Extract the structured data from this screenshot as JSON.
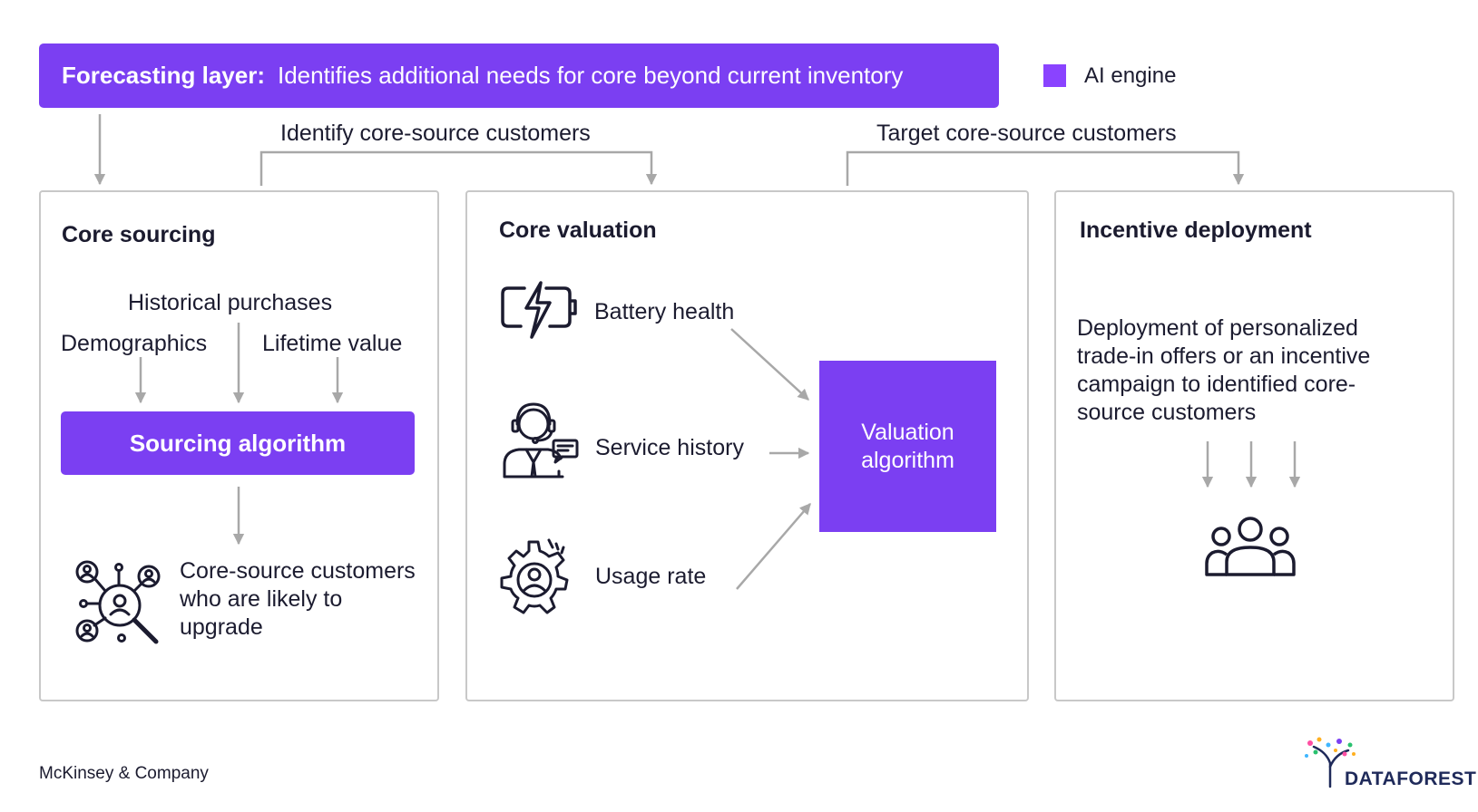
{
  "banner": {
    "label": "Forecasting layer:",
    "text": "Identifies additional needs for core beyond current inventory"
  },
  "legend": {
    "label": "AI engine",
    "color": "#8a43ff"
  },
  "connectors": {
    "identify": "Identify core-source customers",
    "target": "Target core-source customers"
  },
  "core_sourcing": {
    "title": "Core sourcing",
    "inputs": {
      "historical": "Historical purchases",
      "demographics": "Demographics",
      "lifetime": "Lifetime value"
    },
    "algorithm": "Sourcing algorithm",
    "output": "Core-source customers who are likely to upgrade",
    "output_icon": "customer-search-icon"
  },
  "core_valuation": {
    "title": "Core valuation",
    "inputs": [
      {
        "label": "Battery health",
        "icon": "battery-charge-icon"
      },
      {
        "label": "Service history",
        "icon": "support-agent-icon"
      },
      {
        "label": "Usage rate",
        "icon": "gear-user-icon"
      }
    ],
    "algorithm": "Valuation algorithm"
  },
  "incentive": {
    "title": "Incentive deployment",
    "text": "Deployment of personalized trade-in offers or an incentive campaign to identified core-source customers",
    "icon": "group-users-icon"
  },
  "footer": {
    "source": "McKinsey & Company",
    "brand": "DATAFOREST"
  },
  "colors": {
    "accent": "#7b3ff2",
    "border": "#c8c8c8",
    "arrow": "#a8a8a8"
  }
}
